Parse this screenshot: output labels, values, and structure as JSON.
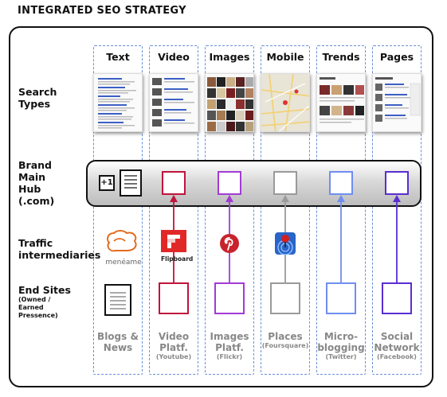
{
  "title": "INTEGRATED SEO STRATEGY",
  "rows": {
    "search_types": [
      "Search",
      "Types"
    ],
    "brand_hub": [
      "Brand",
      "Main",
      "Hub",
      "(.com)"
    ],
    "traffic": [
      "Traffic",
      "intermediaries"
    ],
    "end_sites": [
      "End Sites"
    ],
    "end_sites_sub": [
      "(Owned /",
      "Earned",
      "Pressence)"
    ]
  },
  "columns": [
    {
      "header": "Text",
      "end": [
        "Blogs &",
        "News"
      ],
      "end_sub": "",
      "color": "#222222",
      "intermediary": "meneame"
    },
    {
      "header": "Video",
      "end": [
        "Video",
        "Platf."
      ],
      "end_sub": "(Youtube)",
      "color": "#c0143c",
      "intermediary": "Flipboard"
    },
    {
      "header": "Images",
      "end": [
        "Images",
        "Platf."
      ],
      "end_sub": "(Flickr)",
      "color": "#a23bd6",
      "intermediary": "pinterest"
    },
    {
      "header": "Mobile",
      "end": [
        "Places"
      ],
      "end_sub": "(Foursquare)",
      "color": "#9a9a9a",
      "intermediary": "places-pin"
    },
    {
      "header": "Trends",
      "end": [
        "Micro-",
        "blogging"
      ],
      "end_sub": "(Twitter)",
      "color": "#6f8ef0",
      "intermediary": ""
    },
    {
      "header": "Pages",
      "end": [
        "Social",
        "Network"
      ],
      "end_sub": "(Facebook)",
      "color": "#5a2ed0",
      "intermediary": ""
    }
  ],
  "hub_text_icon": {
    "badge": "+1"
  },
  "intermediary_logos": {
    "meneame": "menéame",
    "flipboard": "Flipboard"
  },
  "icons": [
    "plus-one-icon",
    "document-icon",
    "meneame-logo-icon",
    "flipboard-logo-icon",
    "pinterest-logo-icon",
    "places-pin-icon",
    "blog-page-icon"
  ]
}
